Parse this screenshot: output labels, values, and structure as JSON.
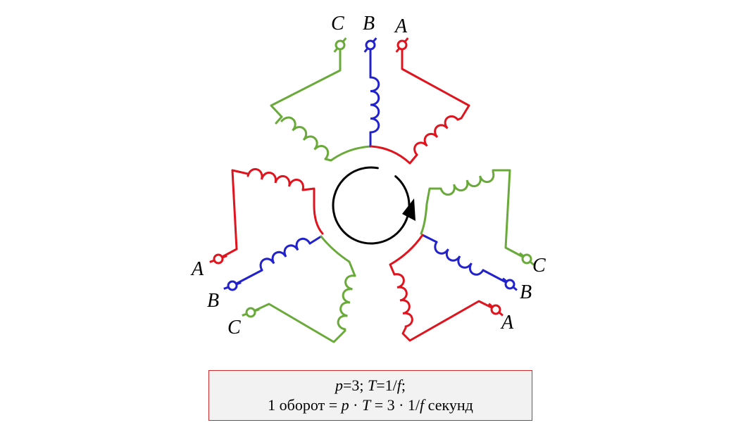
{
  "colors": {
    "phase_a": "#e0141e",
    "phase_b": "#2222cc",
    "phase_c": "#6aaa3a",
    "arrow": "#000000",
    "box_border": "#d12a2a",
    "box_fill": "#f2f2f2"
  },
  "labels": {
    "top_c": "C",
    "top_b": "B",
    "top_a": "A",
    "left_a": "A",
    "left_b": "B",
    "left_c": "C",
    "right_c": "C",
    "right_b": "B",
    "right_a": "A"
  },
  "formula": {
    "p_sym": "p",
    "eq3": "=3; ",
    "t_sym": "T",
    "eq1": "=1/",
    "f_sym": "f",
    "semi": ";",
    "rev_text": "1 оборот = ",
    "p_sym2": "p",
    "dot1": " · ",
    "t_sym2": "T",
    "eq3b": " = 3 · 1/",
    "f_sym2": "f",
    "unit": " секунд"
  },
  "icons": {
    "rotation": "circular-arrow-icon",
    "terminal": "terminal-circle-icon"
  }
}
